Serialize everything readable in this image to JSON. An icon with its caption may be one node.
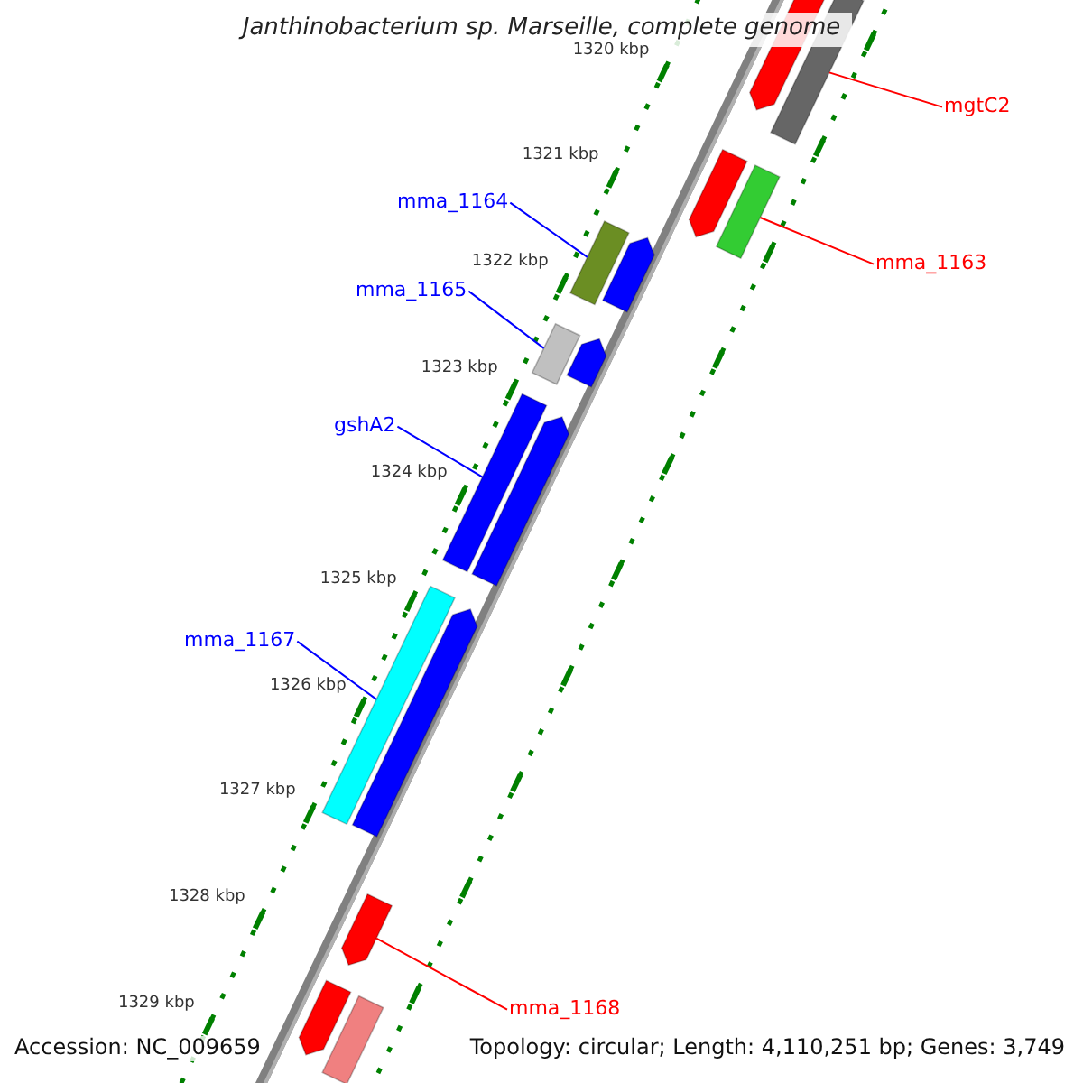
{
  "diagram": {
    "title": "Janthinobacterium sp. Marseille, complete genome",
    "nodes": [
      {
        "text": [
          "mgtC2"
        ]
      },
      {
        "text": [
          "mma_1164"
        ]
      },
      {
        "text": [
          "mma_1163"
        ]
      },
      {
        "text": [
          "mma_1165"
        ]
      },
      {
        "text": [
          "gshA2"
        ]
      },
      {
        "text": [
          "mma_1167"
        ]
      },
      {
        "text": [
          "mma_1168"
        ]
      },
      {
        "text": [],
        "shape": "pentagon"
      },
      {
        "text": [],
        "shape": "bar"
      },
      {
        "text": [],
        "shape": "pentagon"
      },
      {
        "text": [],
        "shape": "bar"
      },
      {
        "text": [],
        "shape": "bar"
      },
      {
        "text": [],
        "shape": "pentagon"
      },
      {
        "text": [],
        "shape": "bar"
      },
      {
        "text": [],
        "shape": "pentagon"
      },
      {
        "text": [],
        "shape": "bar"
      },
      {
        "text": [],
        "shape": "pentagon"
      },
      {
        "text": [],
        "shape": "bar"
      },
      {
        "text": [],
        "shape": "pentagon"
      },
      {
        "text": [],
        "shape": "pentagon"
      },
      {
        "text": [],
        "shape": "pentagon"
      },
      {
        "text": [],
        "shape": "bar"
      }
    ],
    "edges": [
      {
        "from": 0,
        "to": 8,
        "arrow": "none",
        "color": "#ff0000"
      },
      {
        "from": 1,
        "to": 11,
        "arrow": "none"
      },
      {
        "from": 2,
        "to": 10,
        "arrow": "none",
        "color": "#ff0000"
      },
      {
        "from": 3,
        "to": 13,
        "arrow": "none"
      },
      {
        "from": 4,
        "to": 15,
        "arrow": "none"
      },
      {
        "from": 5,
        "to": 17,
        "arrow": "none"
      },
      {
        "from": 6,
        "to": 19,
        "arrow": "none",
        "color": "#ff0000"
      }
    ],
    "labels": [
      "1320 kbp",
      "1321 kbp",
      "1322 kbp",
      "1323 kbp",
      "1324 kbp",
      "1325 kbp",
      "1326 kbp",
      "1327 kbp",
      "1328 kbp",
      "1329 kbp",
      "Accession: NC_009659",
      "Topology: circular; Length: 4,110,251 bp; Genes: 3,749"
    ]
  }
}
